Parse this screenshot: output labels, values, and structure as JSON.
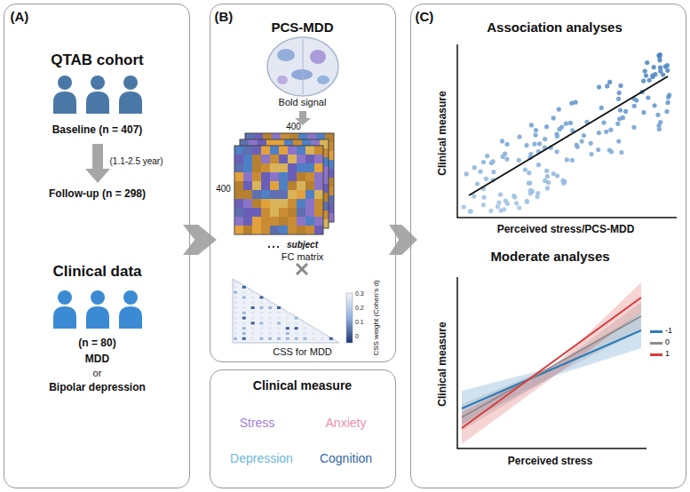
{
  "diagram": {
    "nodes": [
      {
        "text": [
          "(A)",
          "QTAB cohort",
          "Baseline (n = 407)",
          "(1.1-2.5 year)",
          "Follow-up (n = 298)",
          "Clinical data",
          "(n = 80)",
          "MDD",
          "or",
          "Bipolar depression"
        ]
      },
      {
        "text": [
          "(B)",
          "PCS-MDD",
          "Bold signal",
          "400",
          "400",
          "subject",
          "FC matrix",
          "CSS for MDD",
          "CSS weight (Cohen's d)"
        ]
      },
      {
        "text": [
          "Clinical measure",
          "Stress",
          "Anxiety",
          "Depression",
          "Cognition"
        ]
      },
      {
        "text": [
          "(C)",
          "Association analyses",
          "Clinical measure",
          "Perceived stress/PCS-MDD",
          "Moderate analyses",
          "Clinical measure",
          "Perceived stress"
        ]
      }
    ],
    "edges": [
      {
        "from": 0,
        "to": 1,
        "arrow": "to"
      },
      {
        "from": 1,
        "to": 3,
        "arrow": "to"
      }
    ],
    "labels": [
      "0.3",
      "0.2",
      "0.1",
      "0"
    ],
    "legend": [
      {
        "text": "-1",
        "color": "#2b7bba"
      },
      {
        "text": "0",
        "color": "#8c8c8c"
      },
      {
        "text": "1",
        "color": "#d93a3a"
      }
    ]
  }
}
